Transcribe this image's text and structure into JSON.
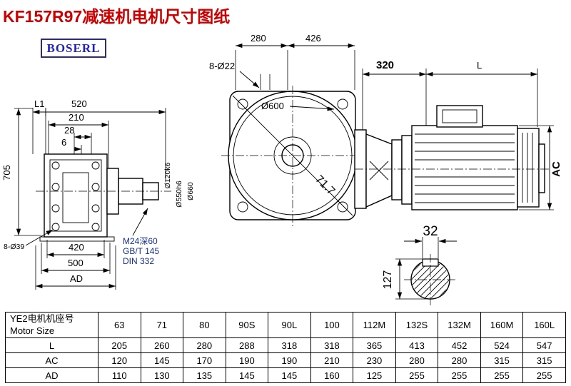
{
  "page": {
    "title": "KF157R97减速机电机尺寸图纸",
    "logo": "BOSERL"
  },
  "drawing": {
    "front_view": {
      "dim_280": "280",
      "dim_426": "426",
      "holes_label": "8-Ø22",
      "dia_600": "Ø600",
      "angle_note": "71.7"
    },
    "motor_view": {
      "dim_320": "320",
      "dim_L": "L",
      "dim_AC": "AC"
    },
    "gearbox_view": {
      "dim_L1": "L1",
      "dim_520": "520",
      "dim_210": "210",
      "dim_28": "28",
      "dim_6": "6",
      "dim_705": "705",
      "holes_label": "8-Ø39",
      "dim_420": "420",
      "dim_500": "500",
      "dim_AD": "AD",
      "dia_120": "Ø120k6",
      "dia_550": "Ø550h6",
      "dia_660": "Ø660",
      "note_m24": "M24深60",
      "note_gbt145": "GB/T 145",
      "note_din332": "DIN 332"
    },
    "shaft_section": {
      "dim_32": "32",
      "dim_127": "127"
    }
  },
  "table": {
    "header_cn": "YE2电机机座号",
    "header_en": "Motor Size",
    "columns": [
      "63",
      "71",
      "80",
      "90S",
      "90L",
      "100",
      "112M",
      "132S",
      "132M",
      "160M",
      "160L"
    ],
    "rows": [
      {
        "label": "L",
        "values": [
          "205",
          "260",
          "280",
          "288",
          "318",
          "318",
          "365",
          "413",
          "452",
          "524",
          "547"
        ]
      },
      {
        "label": "AC",
        "values": [
          "120",
          "145",
          "170",
          "190",
          "190",
          "210",
          "230",
          "280",
          "280",
          "315",
          "315"
        ]
      },
      {
        "label": "AD",
        "values": [
          "110",
          "130",
          "135",
          "145",
          "145",
          "160",
          "125",
          "255",
          "255",
          "255",
          "255"
        ]
      }
    ]
  },
  "colors": {
    "title": "#cc0000",
    "logo_text": "#2222bb",
    "logo_border": "#2b2b7a",
    "note_blue": "#16318f",
    "line": "#000000"
  }
}
